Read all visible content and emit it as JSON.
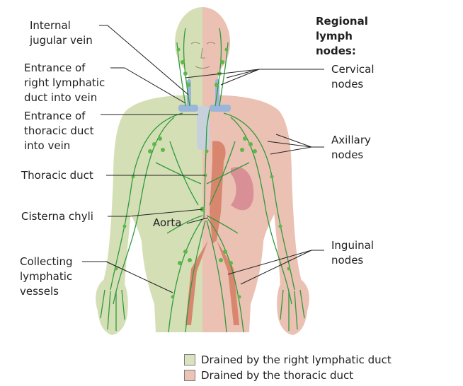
{
  "labels": {
    "internal_jugular": "Internal\njugular vein",
    "right_lymphatic_entrance": "Entrance of\nright lymphatic\nduct into vein",
    "thoracic_entrance": "Entrance of\nthoracic duct\ninto vein",
    "thoracic_duct": "Thoracic duct",
    "cisterna_chyli": "Cisterna chyli",
    "aorta": "Aorta",
    "collecting_vessels": "Collecting\nlymphatic\nvessels"
  },
  "nodes": {
    "heading": "Regional\nlymph\nnodes:",
    "cervical": "Cervical\nnodes",
    "axillary": "Axillary\nnodes",
    "inguinal": "Inguinal\nnodes"
  },
  "legend": [
    {
      "label": "Drained by the right lymphatic duct",
      "color": "#d9e3c0"
    },
    {
      "label": "Drained by the thoracic duct",
      "color": "#ebc4b7"
    }
  ],
  "colors": {
    "right_region": "#d5dfb6",
    "thoracic_region": "#eac1b3",
    "lymph_vessel": "#2f9a3c",
    "lymph_node": "#5cb848",
    "vein": "#9ab6d8",
    "trachea": "#c7d1dc",
    "stomach": "#d98f96",
    "aorta": "#d9866f"
  }
}
